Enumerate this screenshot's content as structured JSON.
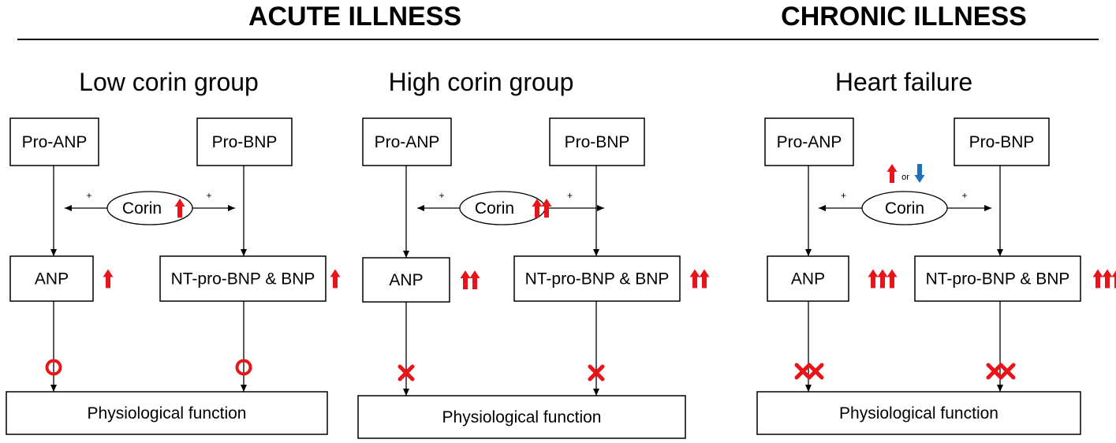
{
  "headings": {
    "acute": "ACUTE ILLNESS",
    "chronic": "CHRONIC ILLNESS"
  },
  "panels": [
    {
      "title": "Low corin group",
      "pro_anp": "Pro-ANP",
      "pro_bnp": "Pro-BNP",
      "corin": "Corin",
      "plus": "+",
      "anp": "ANP",
      "bnp": "NT-pro-BNP & BNP",
      "function": "Physiological function",
      "corin_arrows": 1,
      "level_arrows": 1,
      "effect": "circle",
      "effect_count": 1,
      "corin_alt": false
    },
    {
      "title": "High corin group",
      "pro_anp": "Pro-ANP",
      "pro_bnp": "Pro-BNP",
      "corin": "Corin",
      "plus": "+",
      "anp": "ANP",
      "bnp": "NT-pro-BNP & BNP",
      "function": "Physiological function",
      "corin_arrows": 2,
      "level_arrows": 2,
      "effect": "cross",
      "effect_count": 1,
      "corin_alt": false
    },
    {
      "title": "Heart failure",
      "pro_anp": "Pro-ANP",
      "pro_bnp": "Pro-BNP",
      "corin": "Corin",
      "plus": "+",
      "anp": "ANP",
      "bnp": "NT-pro-BNP & BNP",
      "function": "Physiological function",
      "corin_arrows": 0,
      "level_arrows": 3,
      "effect": "cross",
      "effect_count": 2,
      "corin_alt": true,
      "corin_alt_text": "or"
    }
  ],
  "colors": {
    "increase": "#e8141a",
    "decrease": "#1f6fbf",
    "line": "#000000"
  },
  "icons": {
    "increase": "up-arrow-icon",
    "decrease": "down-arrow-icon",
    "effect_ok": "circle-icon",
    "effect_blocked": "cross-icon"
  }
}
